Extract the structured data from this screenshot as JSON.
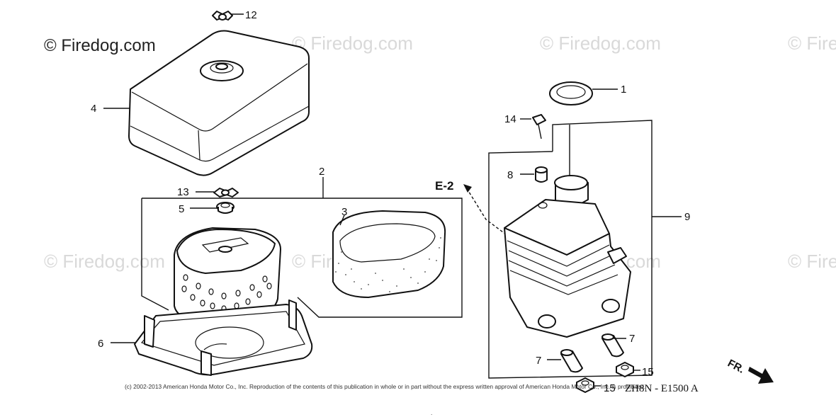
{
  "watermarks": [
    "© Firedog.com",
    "© Firedog.com",
    "© Firedog.com",
    "© Fire",
    "© Firedog.com",
    "© Firedog.com",
    "© Firedog.com",
    "© Fire"
  ],
  "watermark_main": "© Firedog.com",
  "callouts": {
    "c1": "1",
    "c2": "2",
    "c3": "3",
    "c4": "4",
    "c5": "5",
    "c6": "6",
    "c7a": "7",
    "c7b": "7",
    "c8": "8",
    "c9": "9",
    "c12": "12",
    "c13": "13",
    "c14": "14",
    "c15a": "15",
    "c15b": "15"
  },
  "reference": "E-2",
  "direction_label": "FR.",
  "copyright": "(c) 2002-2013 American Honda Motor Co., Inc. Reproduction of the contents of this publication in whole or in part without the express written approval of American Honda Motor Co., Inc. is prohibited.",
  "diagram_code": "ZH8N - E1500 A"
}
